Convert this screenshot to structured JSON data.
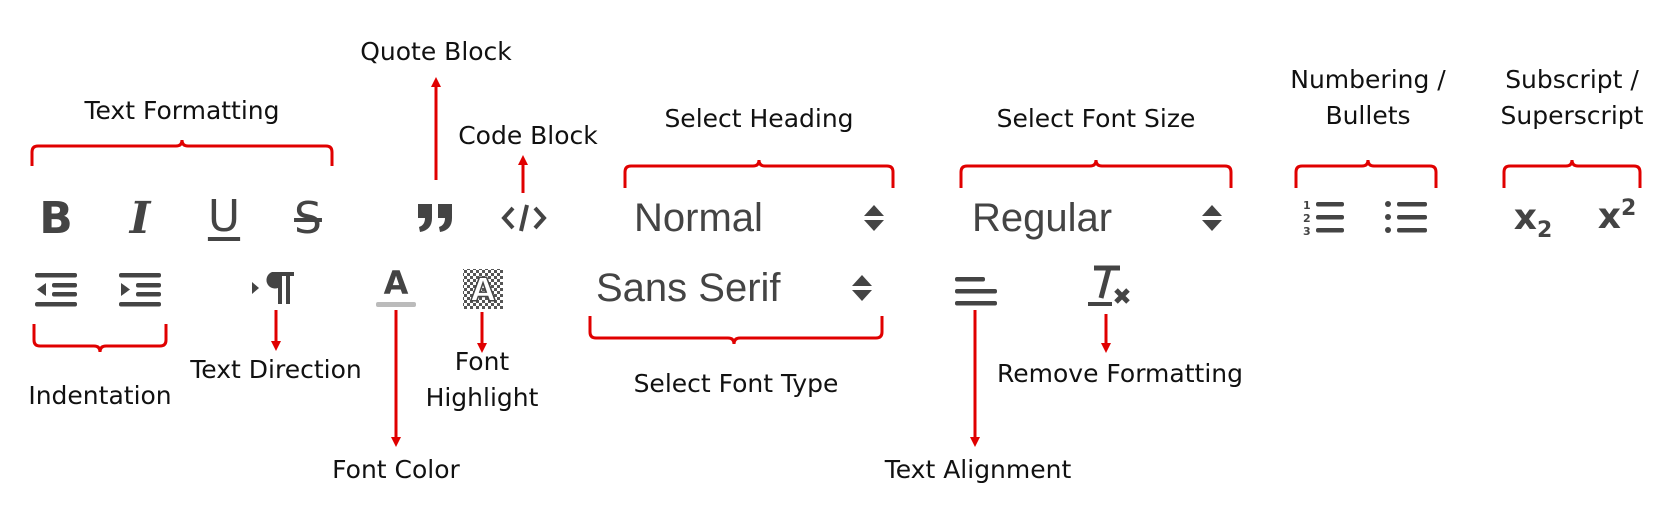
{
  "labels": {
    "text_formatting": "Text Formatting",
    "quote_block": "Quote Block",
    "code_block": "Code Block",
    "select_heading": "Select Heading",
    "select_font_size": "Select Font Size",
    "numbering_bullets": "Numbering / Bullets",
    "subscript_superscript": "Subscript / Superscript",
    "indentation": "Indentation",
    "text_direction": "Text Direction",
    "font_color": "Font Color",
    "font_highlight": "Font Highlight",
    "select_font_type": "Select Font Type",
    "text_alignment": "Text Alignment",
    "remove_formatting": "Remove Formatting"
  },
  "toolbar": {
    "bold": "B",
    "italic": "I",
    "underline": "U",
    "strike": "S",
    "heading_value": "Normal",
    "font_size_value": "Regular",
    "font_type_value": "Sans Serif",
    "subscript_base": "x",
    "subscript_mark": "2",
    "superscript_base": "x",
    "superscript_mark": "2",
    "font_color_letter": "A",
    "font_highlight_letter": "A"
  },
  "icons": [
    "bold-icon",
    "italic-icon",
    "underline-icon",
    "strike-icon",
    "quote-icon",
    "code-block-icon",
    "ordered-list-icon",
    "bullet-list-icon",
    "subscript-icon",
    "superscript-icon",
    "outdent-icon",
    "indent-icon",
    "text-direction-icon",
    "font-color-icon",
    "font-highlight-icon",
    "align-icon",
    "clear-format-icon"
  ],
  "colors": {
    "annotation": "#e00000",
    "icon": "#444444",
    "text": "#111111"
  }
}
